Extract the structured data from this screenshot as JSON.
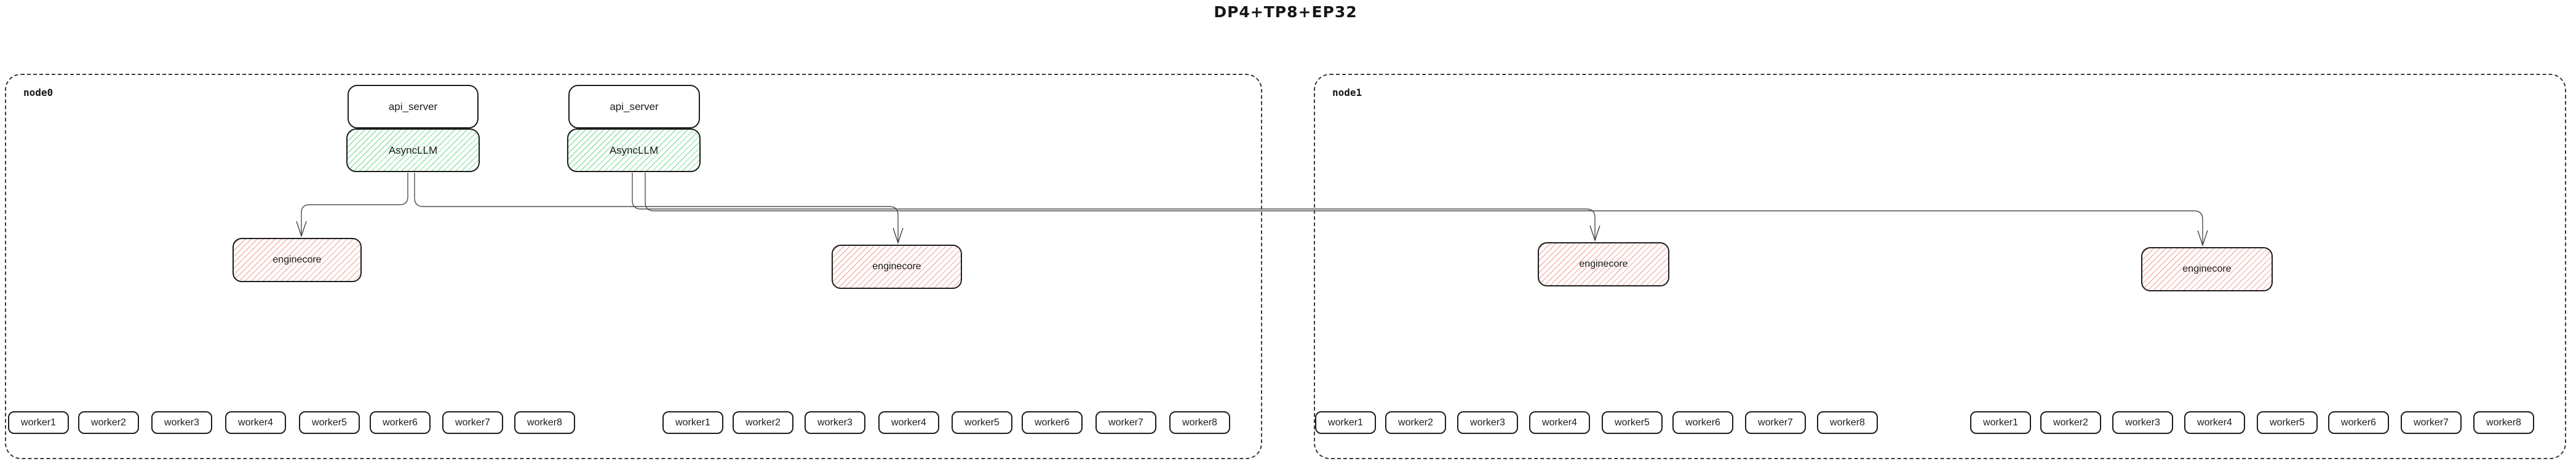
{
  "title": "DP4+TP8+EP32",
  "colors": {
    "async_hatch": "#8ce0a6",
    "engine_hatch": "#f3b2ac",
    "box_border": "#1d1d1d",
    "node_border": "#3c3c3c",
    "edge": "#4f4f4f",
    "background": "#ffffff"
  },
  "nodes": [
    {
      "label": "node0",
      "api_server_labels": [
        "api_server",
        "api_server"
      ],
      "asyncllm_labels": [
        "AsyncLLM",
        "AsyncLLM"
      ],
      "enginecore_labels": [
        "enginecore",
        "enginecore"
      ],
      "worker_groups": [
        [
          "worker1",
          "worker2",
          "worker3",
          "worker4",
          "worker5",
          "worker6",
          "worker7",
          "worker8"
        ],
        [
          "worker1",
          "worker2",
          "worker3",
          "worker4",
          "worker5",
          "worker6",
          "worker7",
          "worker8"
        ]
      ]
    },
    {
      "label": "node1",
      "enginecore_labels": [
        "enginecore",
        "enginecore"
      ],
      "worker_groups": [
        [
          "worker1",
          "worker2",
          "worker3",
          "worker4",
          "worker5",
          "worker6",
          "worker7",
          "worker8"
        ],
        [
          "worker1",
          "worker2",
          "worker3",
          "worker4",
          "worker5",
          "worker6",
          "worker7",
          "worker8"
        ]
      ]
    }
  ]
}
